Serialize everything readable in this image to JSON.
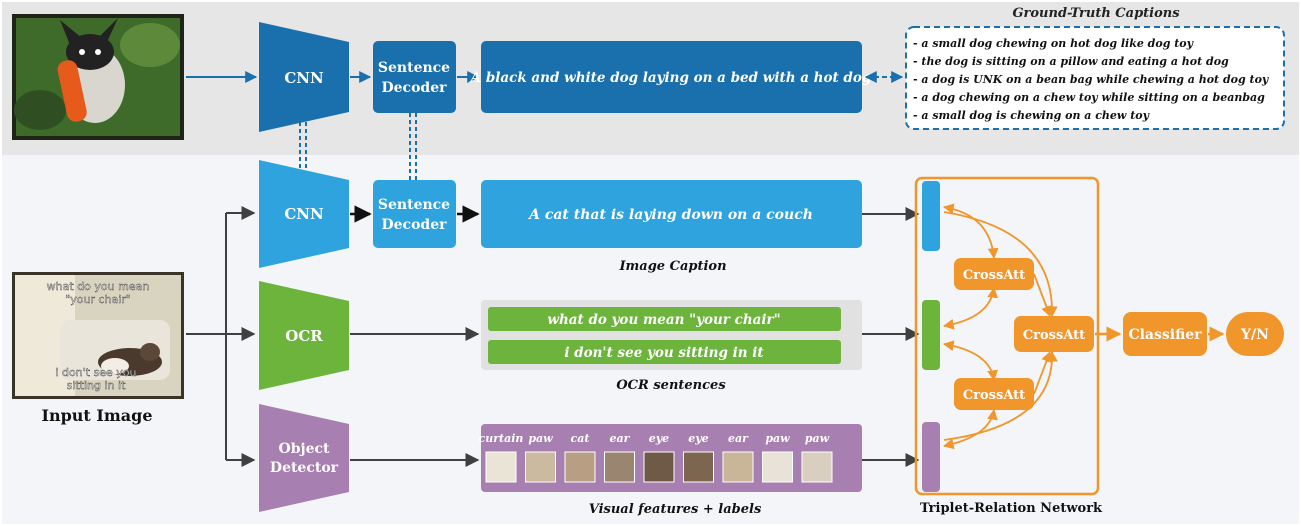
{
  "colors": {
    "top_background": "#e6e6e6",
    "bottom_background": "#f3f5f8",
    "dark_blue": "#1a6fad",
    "light_blue": "#2ea3de",
    "green": "#6cb43c",
    "purple": "#a77fb0",
    "orange": "#f0962b",
    "arrow_gray": "#404040"
  },
  "top": {
    "cnn_label": "CNN",
    "decoder_label": [
      "Sentence",
      "Decoder"
    ],
    "generated_caption": "A black and white dog laying on a bed with a hot dog",
    "ground_truth_title": "Ground-Truth Captions",
    "ground_truth_captions": [
      "- a small dog chewing on hot dog like dog toy",
      "- the dog is sitting on a pillow and eating a hot dog",
      "- a dog is UNK on a bean bag while chewing a hot dog toy",
      "- a dog chewing on a chew toy while sitting on a beanbag",
      "- a small dog is chewing on a chew toy"
    ]
  },
  "input": {
    "label": "Input Image",
    "meme_text_top": [
      "what do you mean",
      "\"your chair\""
    ],
    "meme_text_bottom": [
      "i don't see you",
      "sitting in it"
    ]
  },
  "caption_branch": {
    "cnn_label": "CNN",
    "decoder_label": [
      "Sentence",
      "Decoder"
    ],
    "caption": "A cat that is laying down on a couch",
    "section_label": "Image Caption"
  },
  "ocr_branch": {
    "ocr_label": "OCR",
    "sentences": [
      "what do you mean \"your chair\"",
      "i don't see you sitting in it"
    ],
    "section_label": "OCR sentences"
  },
  "object_branch": {
    "detector_label": [
      "Object",
      "Detector"
    ],
    "object_labels": [
      "curtain",
      "paw",
      "cat",
      "ear",
      "eye",
      "eye",
      "ear",
      "paw",
      "paw"
    ],
    "section_label": "Visual features + labels"
  },
  "triplet": {
    "cross_att_top": "CrossAtt",
    "cross_att_bottom": "CrossAtt",
    "cross_att_mid": "CrossAtt",
    "classifier": "Classifier",
    "output": "Y/N",
    "network_label": "Triplet-Relation Network"
  }
}
